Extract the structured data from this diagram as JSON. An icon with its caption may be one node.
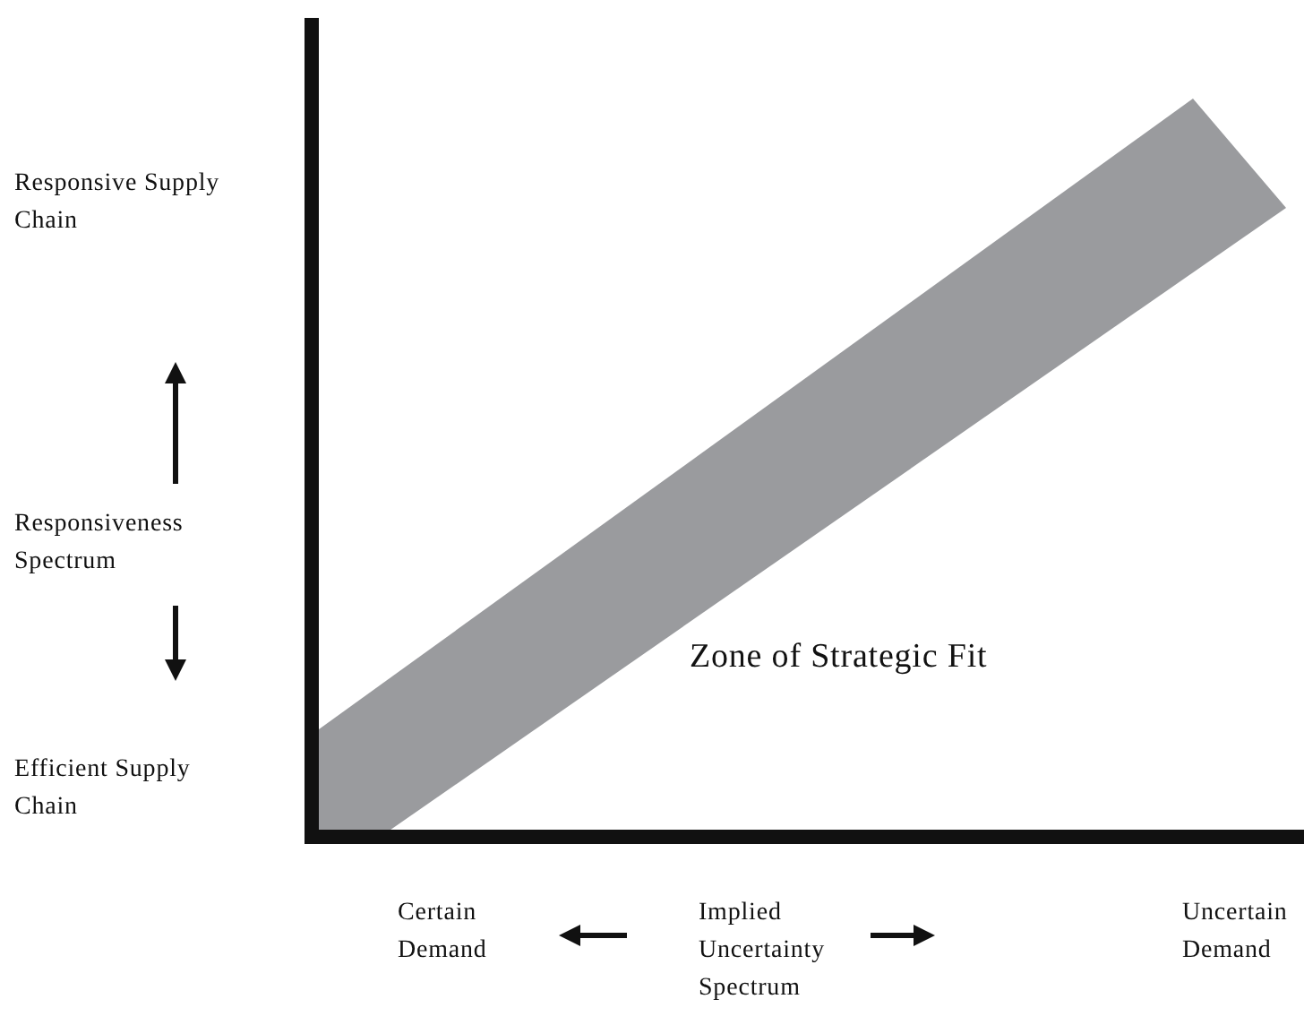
{
  "diagram": {
    "labels": [
      "Responsive Supply Chain",
      "Responsiveness Spectrum",
      "Efficient Supply Chain",
      "Zone of Strategic Fit",
      "Certain Demand",
      "Implied Uncertainty Spectrum",
      "Uncertain Demand"
    ]
  }
}
